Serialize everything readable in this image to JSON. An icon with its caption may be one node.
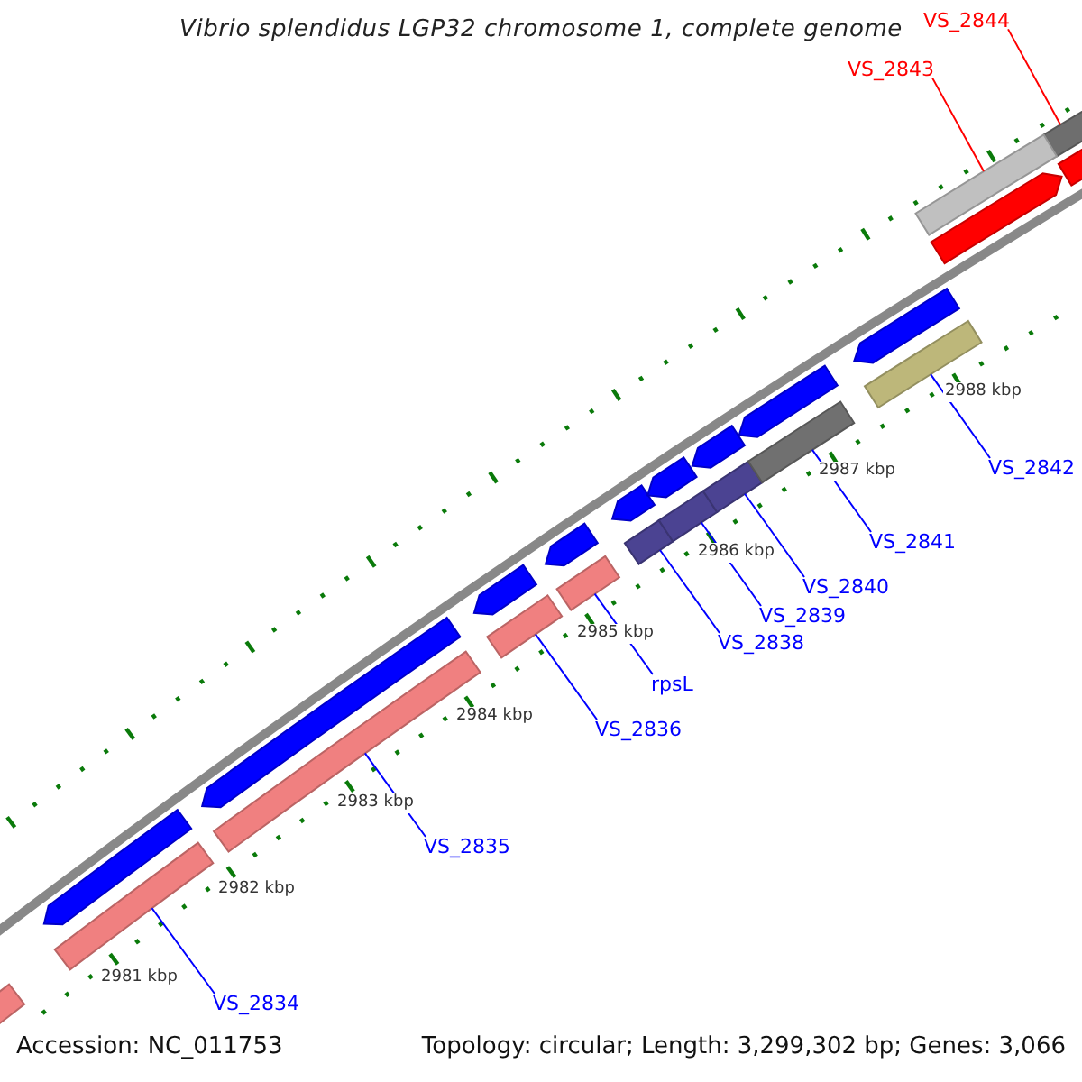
{
  "diagram": {
    "title": "Vibrio splendidus LGP32 chromosome 1, complete genome",
    "nodes": [
      {
        "text": [
          "VS_2844"
        ]
      },
      {
        "text": [
          "VS_2843"
        ]
      },
      {
        "text": [],
        "shape": "bar"
      },
      {
        "text": [],
        "shape": "bar"
      },
      {
        "text": [],
        "shape": "arrow"
      },
      {
        "text": [],
        "shape": "arrow"
      },
      {
        "text": [],
        "shape": "arrow"
      },
      {
        "text": [],
        "shape": "arrow"
      },
      {
        "text": [],
        "shape": "arrow"
      },
      {
        "text": [],
        "shape": "arrow"
      },
      {
        "text": [],
        "shape": "arrow"
      },
      {
        "text": [],
        "shape": "arrow"
      },
      {
        "text": [],
        "shape": "arrow"
      },
      {
        "text": [],
        "shape": "arrow"
      },
      {
        "text": [],
        "shape": "arrow"
      },
      {
        "text": [],
        "shape": "bar"
      },
      {
        "text": [],
        "shape": "bar"
      },
      {
        "text": [],
        "shape": "bar"
      },
      {
        "text": [],
        "shape": "bar"
      },
      {
        "text": [],
        "shape": "bar"
      },
      {
        "text": [],
        "shape": "bar"
      },
      {
        "text": [],
        "shape": "bar"
      },
      {
        "text": [],
        "shape": "bar"
      },
      {
        "text": [],
        "shape": "bar"
      },
      {
        "text": [],
        "shape": "bar"
      },
      {
        "text": [
          "VS_2834"
        ]
      },
      {
        "text": [
          "VS_2835"
        ]
      },
      {
        "text": [
          "VS_2836"
        ]
      },
      {
        "text": [
          "rpsL"
        ]
      },
      {
        "text": [
          "VS_2838"
        ]
      },
      {
        "text": [
          "VS_2839"
        ]
      },
      {
        "text": [
          "VS_2840"
        ]
      },
      {
        "text": [
          "VS_2841"
        ]
      },
      {
        "text": [
          "VS_2842"
        ]
      }
    ],
    "edges": [
      {
        "from": 0,
        "to": 2,
        "arrow": "none",
        "color": "#ff0000"
      },
      {
        "from": 1,
        "to": 3,
        "arrow": "none",
        "color": "#ff0000"
      },
      {
        "from": 25,
        "to": 16,
        "arrow": "none"
      },
      {
        "from": 26,
        "to": 17,
        "arrow": "none"
      },
      {
        "from": 27,
        "to": 18,
        "arrow": "none"
      },
      {
        "from": 28,
        "to": 19,
        "arrow": "none"
      },
      {
        "from": 29,
        "to": 20,
        "arrow": "none"
      },
      {
        "from": 30,
        "to": 21,
        "arrow": "none"
      },
      {
        "from": 31,
        "to": 22,
        "arrow": "none"
      },
      {
        "from": 32,
        "to": 23,
        "arrow": "none"
      },
      {
        "from": 33,
        "to": 24,
        "arrow": "none"
      }
    ],
    "labels": [
      "2988 kbp",
      "2987 kbp",
      "2986 kbp",
      "2985 kbp",
      "2984 kbp",
      "2983 kbp",
      "2982 kbp",
      "2981 kbp",
      "Accession: NC_011753",
      "Topology: circular; Length: 3,299,302 bp; Genes: 3,066"
    ]
  }
}
